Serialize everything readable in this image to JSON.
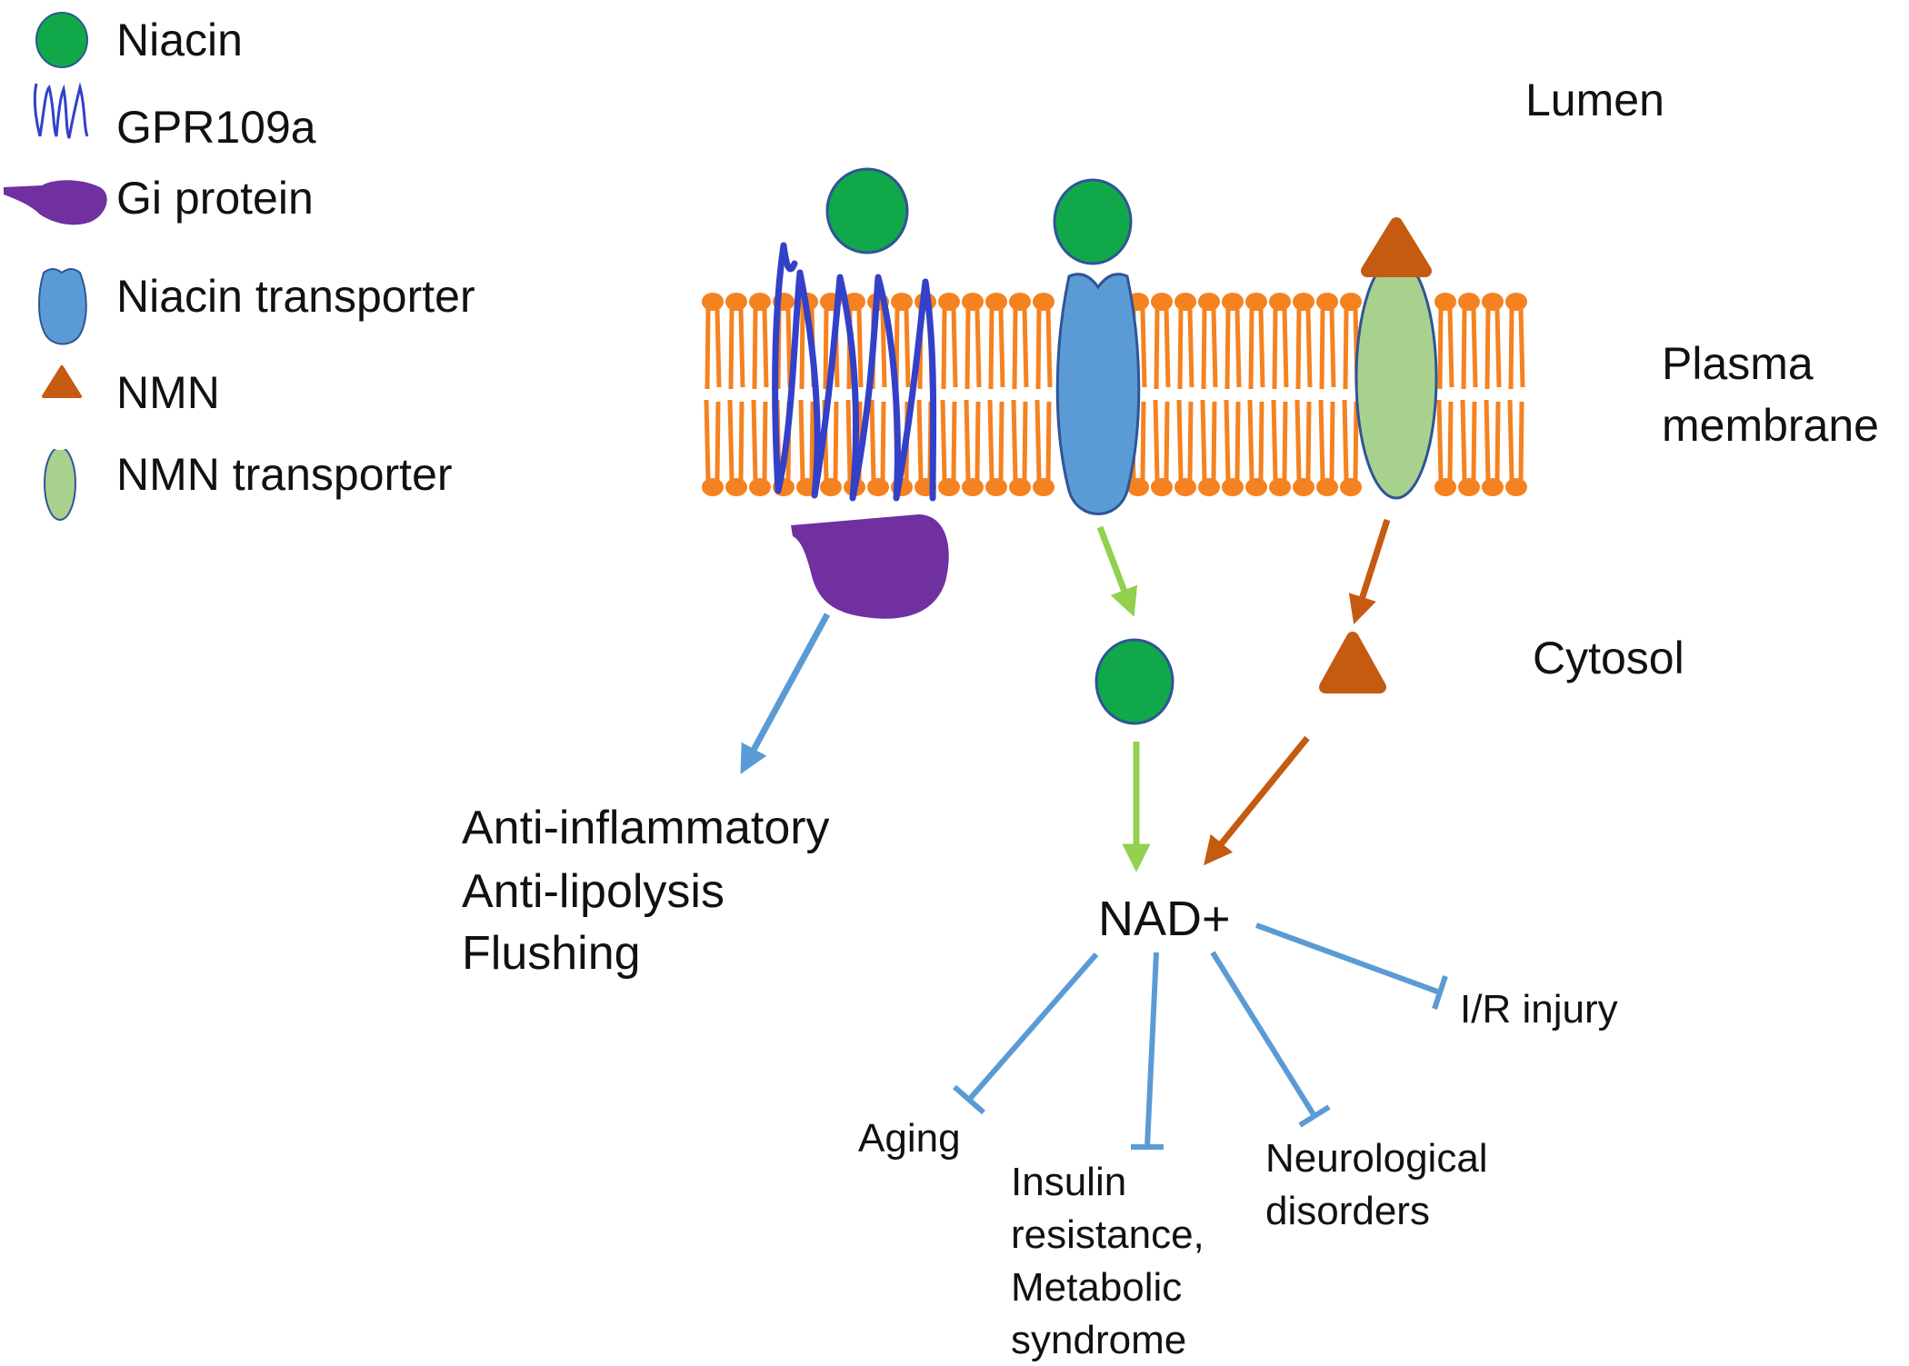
{
  "legend": {
    "niacin": "Niacin",
    "gpr109a": "GPR109a",
    "gi_protein": "Gi protein",
    "niacin_transporter": "Niacin transporter",
    "nmn": "NMN",
    "nmn_transporter": "NMN transporter"
  },
  "regions": {
    "lumen": "Lumen",
    "membrane_line1": "Plasma",
    "membrane_line2": "membrane",
    "cytosol": "Cytosol"
  },
  "effects": {
    "line1": "Anti-inflammatory",
    "line2": "Anti-lipolysis",
    "line3": "Flushing"
  },
  "nad": "NAD+",
  "outcomes": {
    "aging": "Aging",
    "insulin_line1": "Insulin",
    "insulin_line2": "resistance,",
    "insulin_line3": "Metabolic",
    "insulin_line4": "syndrome",
    "neuro_line1": "Neurological",
    "neuro_line2": "disorders",
    "ir_injury": "I/R injury"
  },
  "colors": {
    "niacin": "#11a84a",
    "gpr109a": "#3340c8",
    "gi_protein": "#7030a0",
    "niacin_transporter": "#5b9bd5",
    "nmn": "#c55a11",
    "nmn_transporter": "#a9d18e",
    "membrane": "#f58220",
    "green_arrow": "#92d050",
    "blue_arrow": "#5b9bd5",
    "orange_arrow": "#c55a11"
  }
}
